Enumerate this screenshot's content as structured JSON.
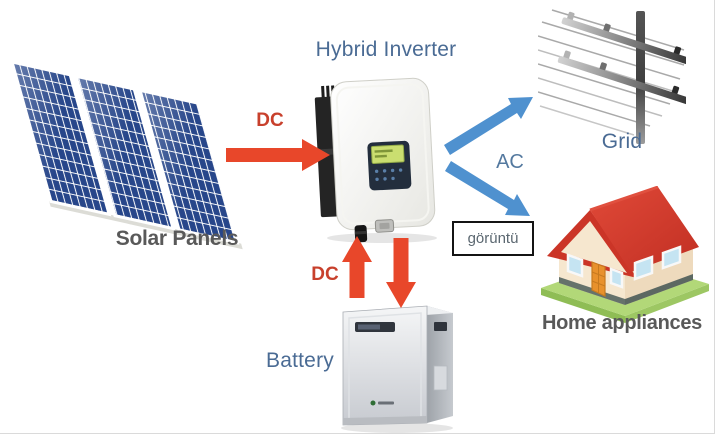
{
  "diagram": {
    "nodes": {
      "solar_panels": {
        "label": "Solar Panels"
      },
      "hybrid_inverter": {
        "label": "Hybrid Inverter"
      },
      "grid": {
        "label": "Grid"
      },
      "home_appliances": {
        "label": "Home appliances"
      },
      "battery": {
        "label": "Battery"
      }
    },
    "edges": {
      "dc_solar_to_inverter": {
        "label": "DC"
      },
      "dc_inverter_battery": {
        "label": "DC",
        "bidirectional": true
      },
      "ac_inverter_to_loads": {
        "label": "AC"
      }
    },
    "overlay": {
      "text": "görüntü"
    },
    "colors": {
      "dc_arrow": "#e8472a",
      "ac_arrow": "#4f91cf",
      "dc_label": "#c8402c",
      "ac_label": "#54799f",
      "node_label_blue": "#4a6b94",
      "node_label_gray": "#595959"
    }
  }
}
